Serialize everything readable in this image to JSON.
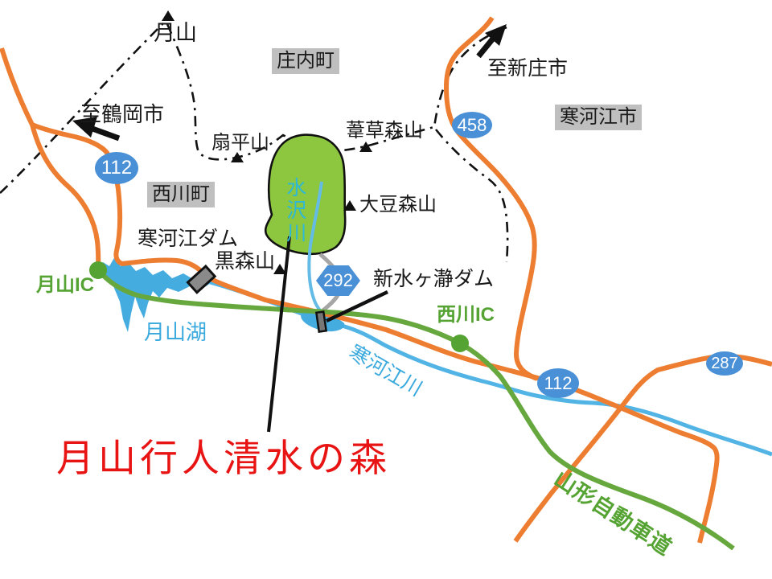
{
  "map": {
    "title": {
      "text": "月山行人清水の森"
    },
    "municipalities": [
      {
        "text": "庄内町"
      },
      {
        "text": "寒河江市"
      },
      {
        "text": "西川町"
      }
    ],
    "directions": [
      {
        "text": "至鶴岡市"
      },
      {
        "text": "至新庄市"
      }
    ],
    "mountains": [
      {
        "text": "月山"
      },
      {
        "text": "扇平山"
      },
      {
        "text": "葦草森山"
      },
      {
        "text": "大豆森山"
      },
      {
        "text": "黒森山"
      }
    ],
    "dams": [
      {
        "text": "寒河江ダム"
      },
      {
        "text": "新水ヶ瀞ダム"
      }
    ],
    "interchanges": [
      {
        "text": "月山IC"
      },
      {
        "text": "西川IC"
      }
    ],
    "waters": [
      {
        "text": "月山湖"
      },
      {
        "text": "寒河江川"
      },
      {
        "text": "水沢川"
      }
    ],
    "route_badges": [
      {
        "number": "112"
      },
      {
        "number": "458"
      },
      {
        "number": "292"
      },
      {
        "number": "112"
      },
      {
        "number": "287"
      }
    ],
    "expressway": {
      "text": "山形自動車道"
    },
    "colors": {
      "road_orange": "#ED7D31",
      "expressway_green": "#66A83E",
      "water_blue": "#52B4E4",
      "forest_green": "#8DC73F",
      "badge_blue": "#4A90D6",
      "title_red": "#E81414",
      "label_box_gray": "#BFBFBF",
      "minor_road_gray": "#A6A6A6"
    }
  }
}
